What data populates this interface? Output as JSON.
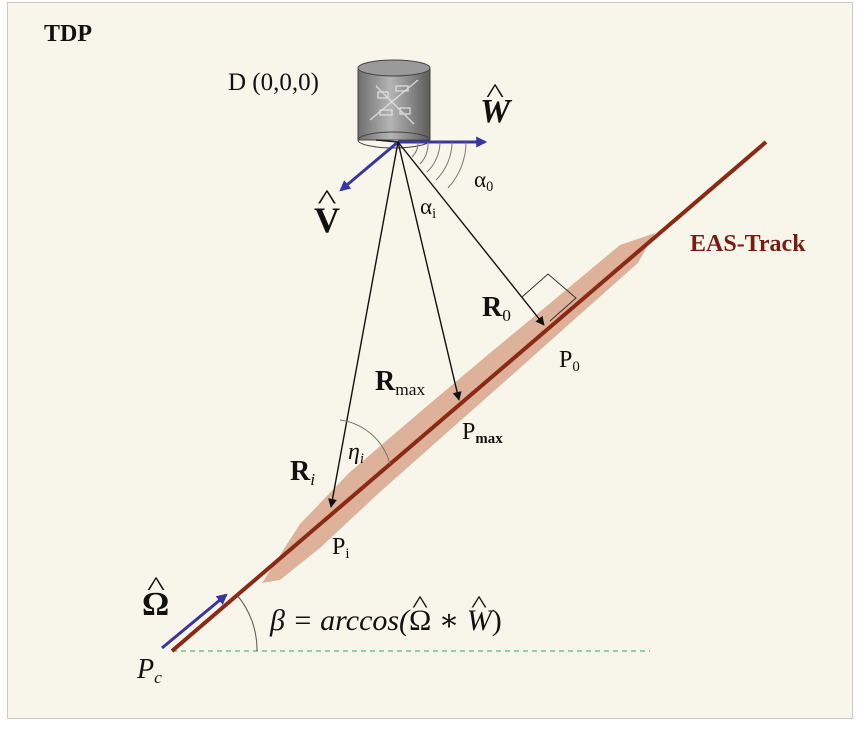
{
  "title": "TDP",
  "detector_label": "D (0,0,0)",
  "track_label": "EAS-Track",
  "colors": {
    "background": "#f8f6ea",
    "track": "#8b2a14",
    "track_glow": "#d9a58c",
    "unit_vectors": "#3a36a0",
    "rays": "#111111",
    "horizon": "#6fbf8f",
    "track_label": "#7a1a12"
  },
  "icons": {
    "detector": "cylinder-icon"
  },
  "vectors": {
    "W": "W",
    "V": "V",
    "Omega": "Ω"
  },
  "rays": {
    "R0": {
      "main": "R",
      "sub": "0"
    },
    "Rmax": {
      "main": "R",
      "sub": "max"
    },
    "Ri": {
      "main": "R",
      "sub": "i"
    }
  },
  "points": {
    "P0": {
      "main": "P",
      "sub": "0"
    },
    "Pmax": {
      "main": "P",
      "sub": "max"
    },
    "Pi": {
      "main": "P",
      "sub": "i"
    },
    "Pc": {
      "main": "P",
      "sub": "c"
    }
  },
  "angles": {
    "alpha0": {
      "main": "α",
      "sub": "0"
    },
    "alphai": {
      "main": "α",
      "sub": "i"
    },
    "etai": {
      "main": "η",
      "sub": "i"
    }
  },
  "formula": {
    "lhs": "β = arccos(",
    "omega": "Ω",
    "op": " ∗ ",
    "w": "W",
    "close": ")"
  }
}
